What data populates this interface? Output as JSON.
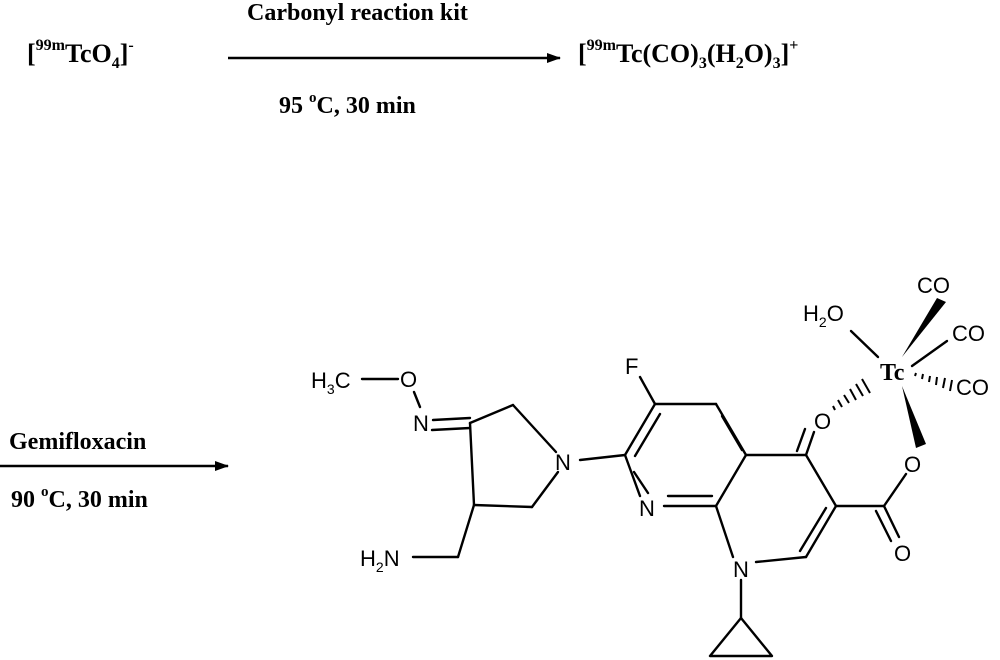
{
  "reaction1": {
    "reactant_open": "[",
    "reactant_iso": "99m",
    "reactant_main": "TcO",
    "reactant_sub": "4",
    "reactant_close": "]",
    "reactant_charge": "-",
    "arrow_top": "Carbonyl reaction kit",
    "arrow_bottom_a": "95 ",
    "arrow_bottom_deg": "o",
    "arrow_bottom_b": "C, 30 min",
    "product_open": "[",
    "product_iso": "99m",
    "product_a": "Tc(CO)",
    "product_sub1": "3",
    "product_b": "(H",
    "product_sub2": "2",
    "product_c": "O)",
    "product_sub3": "3",
    "product_close": "]",
    "product_charge": "+"
  },
  "reaction2": {
    "arrow_top": "Gemifloxacin",
    "arrow_bottom_a": "90 ",
    "arrow_bottom_deg": "o",
    "arrow_bottom_b": "C, 30 min"
  },
  "structure": {
    "methyl_h": "H",
    "methyl_sub": "3",
    "methyl_c": "C",
    "oxime_o": "O",
    "oxime_n": "N",
    "pyrrolidine_n": "N",
    "amine_h": "H",
    "amine_sub": "2",
    "amine_n": "N",
    "fluorine": "F",
    "ring_n": "N",
    "quinolone_n": "N",
    "keto_o": "O",
    "carboxyl_o": "O",
    "carboxyl_o2": "O",
    "tc": "Tc",
    "water_h": "H",
    "water_sub": "2",
    "water_o": "O",
    "co1": "CO",
    "co2": "CO",
    "co3": "CO"
  }
}
